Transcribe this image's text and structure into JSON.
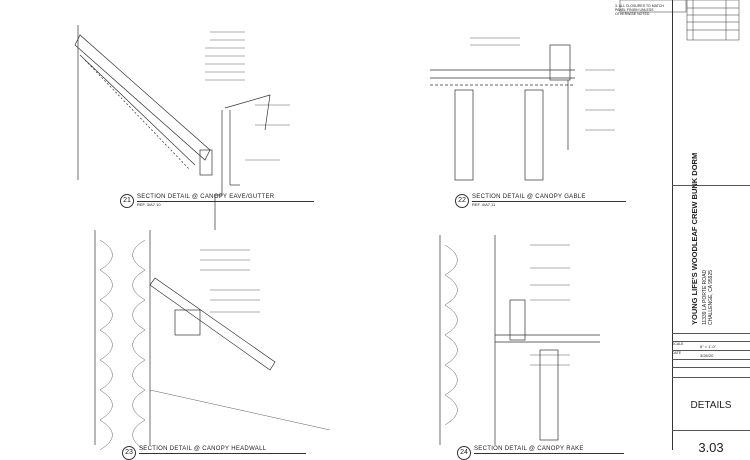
{
  "sheet_notes": {
    "note_number": "3.",
    "note_text": "ALL CLOSURES TO MATCH PANEL FINISH UNLESS OTHERWISE NOTED"
  },
  "details": [
    {
      "number": "21",
      "title": "SECTION DETAIL @ CANOPY EAVE/GUTTER",
      "ref": "REF. 3/A7.10"
    },
    {
      "number": "22",
      "title": "SECTION DETAIL @ CANOPY GABLE",
      "ref": "REF. 4/A7.11"
    },
    {
      "number": "23",
      "title": "SECTION DETAIL @ CANOPY HEADWALL",
      "ref": ""
    },
    {
      "number": "24",
      "title": "SECTION DETAIL @ CANOPY RAKE",
      "ref": ""
    }
  ],
  "title_block": {
    "project_name": "YOUNG LIFE'S WOODLEAF CREW BUNK DORM",
    "address_line1": "11339 LA PORTE ROAD",
    "address_line2": "CHALLENGE, CA 95925",
    "scale_label": "SCALE",
    "scale_value": "6\" = 1'-0\"",
    "date_label": "DATE",
    "date_value": "3/26/20",
    "sheet_title": "DETAILS",
    "sheet_number": "3.03"
  }
}
